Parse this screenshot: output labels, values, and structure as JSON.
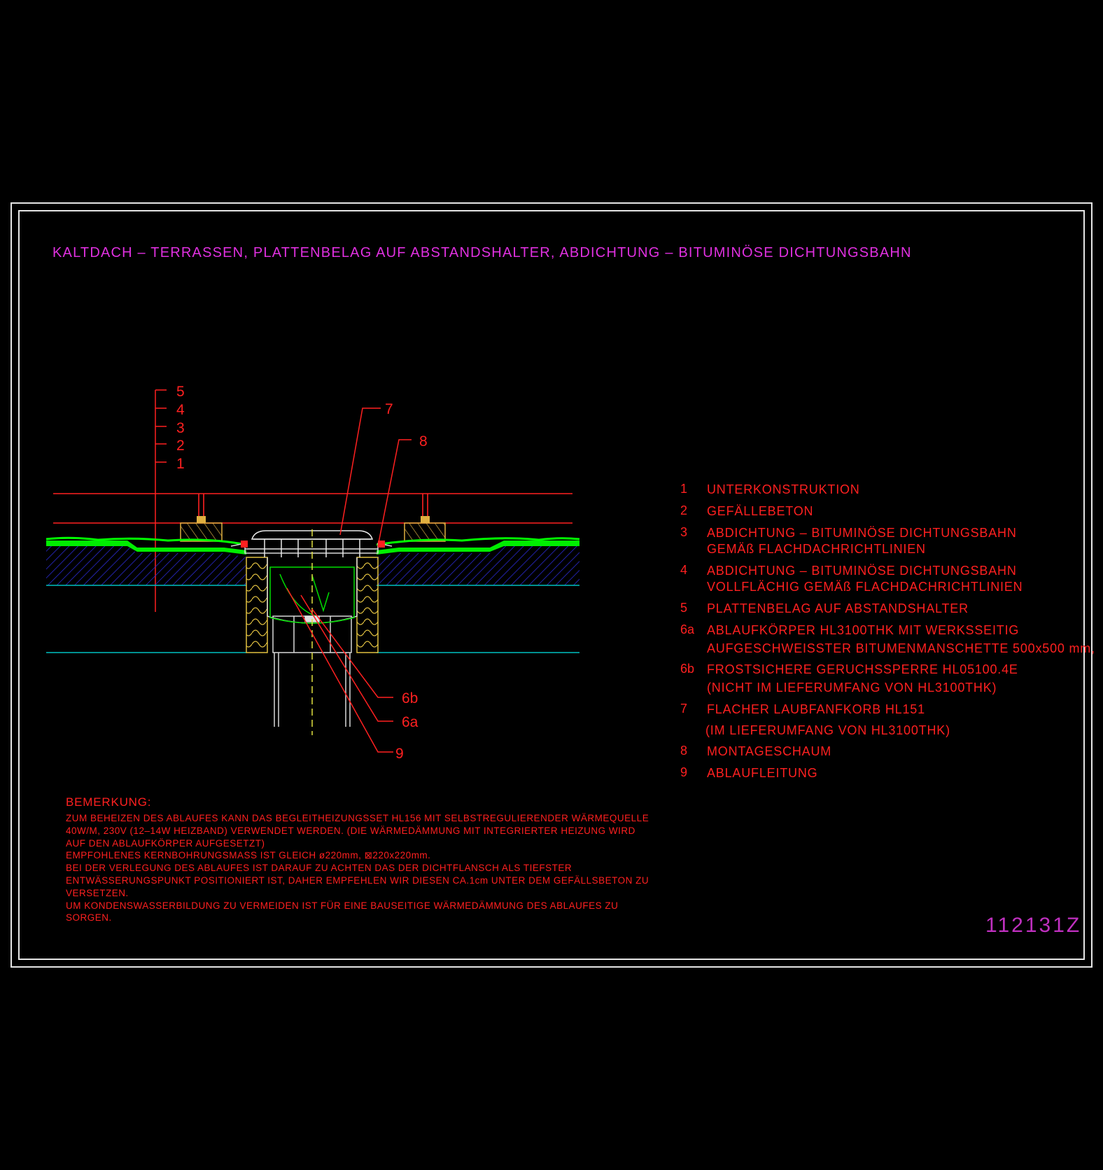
{
  "title": "KALTDACH  –  TERRASSEN,  PLATTENBELAG  AUF  ABSTANDSHALTER,  ABDICHTUNG  –  BITUMINÖSE  DICHTUNGSBAHN",
  "drawing_id": "112131Z",
  "layer_markers": [
    "5",
    "4",
    "3",
    "2",
    "1"
  ],
  "callouts": {
    "c7": "7",
    "c8": "8",
    "c6b": "6b",
    "c6a": "6a",
    "c9": "9"
  },
  "legend": [
    {
      "num": "1",
      "lines": [
        "UNTERKONSTRUKTION"
      ]
    },
    {
      "num": "2",
      "lines": [
        "GEFÄLLEBETON"
      ]
    },
    {
      "num": "3",
      "lines": [
        "ABDICHTUNG  –  BITUMINÖSE  DICHTUNGSBAHN",
        "GEMÄß  FLACHDACHRICHTLINIEN"
      ]
    },
    {
      "num": "4",
      "lines": [
        "ABDICHTUNG  –  BITUMINÖSE  DICHTUNGSBAHN",
        "VOLLFLÄCHIG  GEMÄß  FLACHDACHRICHTLINIEN"
      ]
    },
    {
      "num": "5",
      "lines": [
        "PLATTENBELAG  AUF  ABSTANDSHALTER"
      ]
    },
    {
      "num": "6a",
      "lines": [
        "ABLAUFKÖRPER  HL3100THK  MIT  WERKSSEITIG",
        "AUFGESCHWEISSTER  BITUMENMANSCHETTE  500x500  mm,"
      ]
    },
    {
      "num": "6b",
      "lines": [
        "FROSTSICHERE  GERUCHSSPERRE  HL05100.4E",
        "(NICHT  IM  LIEFERUMFANG  VON  HL3100THK)"
      ]
    },
    {
      "num": "7",
      "lines": [
        "FLACHER  LAUBFANFKORB  HL151",
        "(IM  LIEFERUMFANG  VON  HL3100THK)"
      ]
    },
    {
      "num": "8",
      "lines": [
        "MONTAGESCHAUM"
      ]
    },
    {
      "num": "9",
      "lines": [
        "ABLAUFLEITUNG"
      ]
    }
  ],
  "remark": {
    "heading": "BEMERKUNG:",
    "lines": [
      "ZUM  BEHEIZEN  DES  ABLAUFES  KANN  DAS  BEGLEITHEIZUNGSSET  HL156  MIT  SELBSTREGULIERENDER  WÄRMEQUELLE",
      "40W/M,  230V  (12–14W  HEIZBAND)  VERWENDET  WERDEN.  (DIE  WÄRMEDÄMMUNG  MIT  INTEGRIERTER  HEIZUNG  WIRD",
      "AUF  DEN  ABLAUFKÖRPER  AUFGESETZT)",
      "EMPFOHLENES  KERNBOHRUNGSMASS  IST  GLEICH  ø220mm, ⊠220x220mm.",
      "BEI  DER  VERLEGUNG  DES  ABLAUFES  IST  DARAUF  ZU  ACHTEN  DAS  DER  DICHTFLANSCH  ALS  TIEFSTER",
      "ENTWÄSSERUNGSPUNKT  POSITIONIERT  IST,  DAHER  EMPFEHLEN  WIR  DIESEN  CA.1cm  UNTER  DEM  GEFÄLLSBETON  ZU",
      "VERSETZEN.",
      "UM  KONDENSWASSERBILDUNG  ZU  VERMEIDEN  IST  FÜR  EINE  BAUSEITIGE  WÄRMEDÄMMUNG  DES  ABLAUFES  ZU",
      "SORGEN."
    ]
  },
  "colors": {
    "background": "#000000",
    "frame": "#e6e6e6",
    "title": "#e030e0",
    "annotation": "#ff2020",
    "membrane": "#00ff00",
    "concrete_hatch": "#2020c0",
    "insulation": "#e0c040",
    "slab_line": "#00c0c0"
  }
}
